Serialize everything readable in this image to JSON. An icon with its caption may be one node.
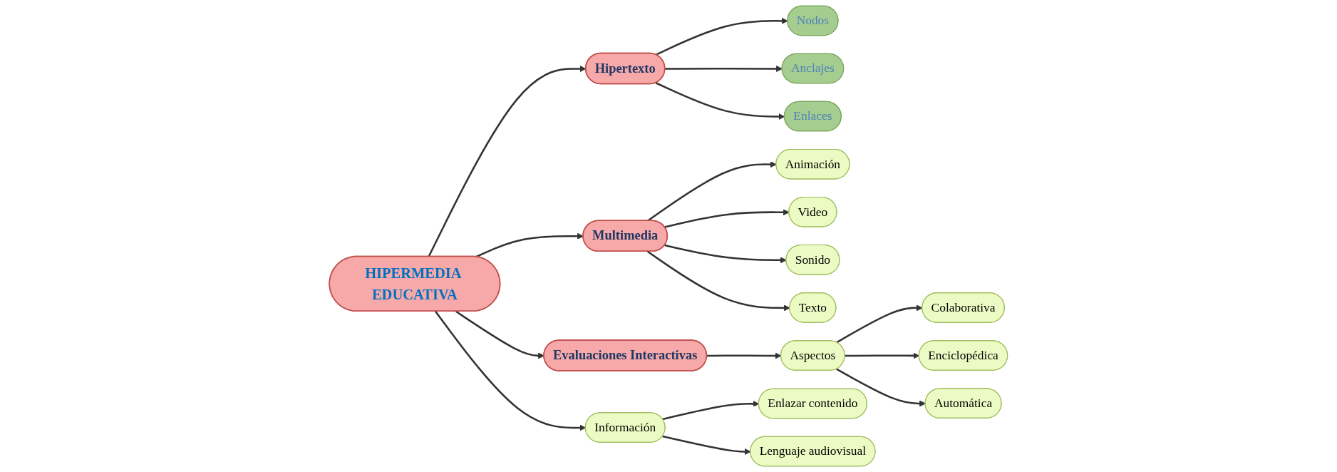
{
  "diagram": {
    "nodes": [
      {
        "text": [
          "HIPERMEDIA EDUCATIVA"
        ]
      },
      {
        "text": [
          "Hipertexto"
        ]
      },
      {
        "text": [
          "Nodos"
        ]
      },
      {
        "text": [
          "Anclajes"
        ]
      },
      {
        "text": [
          "Enlaces"
        ]
      },
      {
        "text": [
          "Multimedia"
        ]
      },
      {
        "text": [
          "Animación"
        ]
      },
      {
        "text": [
          "Video"
        ]
      },
      {
        "text": [
          "Sonido"
        ]
      },
      {
        "text": [
          "Texto"
        ]
      },
      {
        "text": [
          "Evaluaciones Interactivas"
        ]
      },
      {
        "text": [
          "Aspectos"
        ]
      },
      {
        "text": [
          "Colaborativa"
        ]
      },
      {
        "text": [
          "Enciclopédica"
        ]
      },
      {
        "text": [
          "Automática"
        ]
      },
      {
        "text": [
          "Información"
        ]
      },
      {
        "text": [
          "Enlazar contenido"
        ]
      },
      {
        "text": [
          "Lenguaje audiovisual"
        ]
      }
    ],
    "edges": [
      {
        "from": 0,
        "to": 1,
        "arrow": "to"
      },
      {
        "from": 1,
        "to": 2,
        "arrow": "to"
      },
      {
        "from": 1,
        "to": 3,
        "arrow": "to"
      },
      {
        "from": 1,
        "to": 4,
        "arrow": "to"
      },
      {
        "from": 0,
        "to": 5,
        "arrow": "to"
      },
      {
        "from": 5,
        "to": 6,
        "arrow": "to"
      },
      {
        "from": 5,
        "to": 7,
        "arrow": "to"
      },
      {
        "from": 5,
        "to": 8,
        "arrow": "to"
      },
      {
        "from": 5,
        "to": 9,
        "arrow": "to"
      },
      {
        "from": 0,
        "to": 10,
        "arrow": "to"
      },
      {
        "from": 10,
        "to": 11,
        "arrow": "to"
      },
      {
        "from": 11,
        "to": 12,
        "arrow": "to"
      },
      {
        "from": 11,
        "to": 13,
        "arrow": "to"
      },
      {
        "from": 11,
        "to": 14,
        "arrow": "to"
      },
      {
        "from": 0,
        "to": 15,
        "arrow": "to"
      },
      {
        "from": 15,
        "to": 16,
        "arrow": "to"
      },
      {
        "from": 15,
        "to": 17,
        "arrow": "to"
      }
    ]
  }
}
